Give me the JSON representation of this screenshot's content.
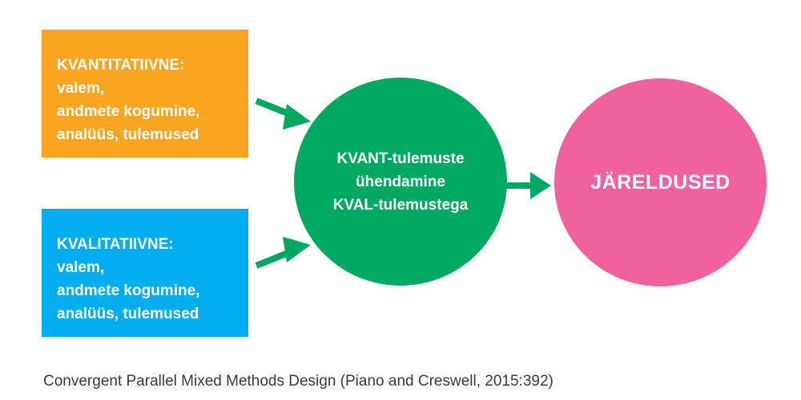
{
  "colors": {
    "quantitative": "#f9a51f",
    "qualitative": "#00aeef",
    "merge": "#00a862",
    "result": "#f0629d",
    "arrow": "#00a862",
    "caption": "#3a3a3a"
  },
  "quantitative_box": {
    "lines": [
      "KVANTITATIIVNE:",
      "valem,",
      "andmete kogumine,",
      "analüüs, tulemused"
    ]
  },
  "qualitative_box": {
    "lines": [
      "KVALITATIIVNE:",
      "valem,",
      "andmete kogumine,",
      "analüüs, tulemused"
    ]
  },
  "merge_circle": {
    "lines": [
      "KVANT-tulemuste",
      "ühendamine",
      "KVAL-tulemustega"
    ]
  },
  "result_circle": {
    "label": "JÄRELDUSED"
  },
  "caption": "Convergent Parallel Mixed Methods Design (Piano and Creswell, 2015:392)"
}
